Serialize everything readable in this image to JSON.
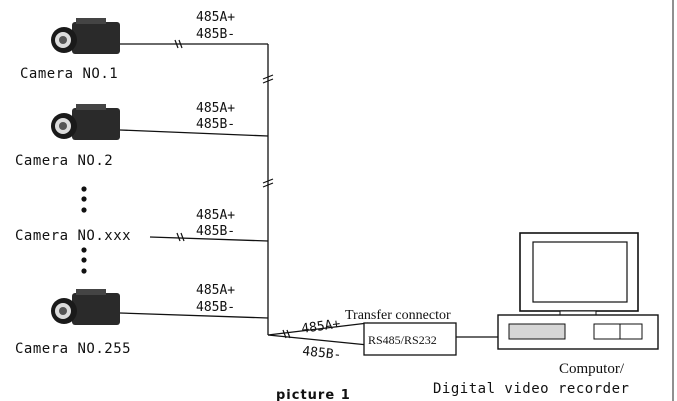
{
  "cameras": [
    {
      "label": "Camera NO.1",
      "sig_a": "485A+",
      "sig_b": "485B-"
    },
    {
      "label": "Camera NO.2",
      "sig_a": "485A+",
      "sig_b": "485B-"
    },
    {
      "label": "Camera NO.xxx",
      "sig_a": "485A+",
      "sig_b": "485B-"
    },
    {
      "label": "Camera NO.255",
      "sig_a": "485A+",
      "sig_b": "485B-"
    }
  ],
  "connector": {
    "title": "Transfer connector",
    "label": "RS485/RS232",
    "sig_a": "485A+",
    "sig_b": "485B-"
  },
  "computer": {
    "label_line1": "Computor/",
    "label_line2": "Digital video recorder"
  },
  "caption": "picture 1"
}
